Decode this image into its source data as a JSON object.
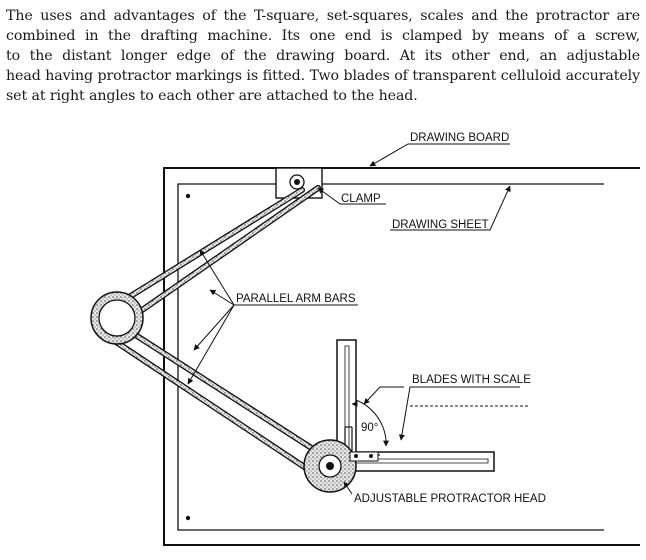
{
  "paragraph": {
    "lines": [
      "The uses and advantages of the T-square, set-squares, scales and the protractor are",
      "combined in the drafting machine. Its one end is clamped by means of a screw,",
      "to the distant longer edge of the drawing board. At its other end, an adjustable",
      "head having protractor markings is fitted. Two blades of transparent celluloid accurately",
      "set at right angles to each other are attached to the head."
    ]
  },
  "figure": {
    "labels": {
      "drawing_board": "DRAWING BOARD",
      "clamp": "CLAMP",
      "drawing_sheet": "DRAWING SHEET",
      "parallel_arm_bars": "PARALLEL ARM BARS",
      "blades_with_scale": "BLADES WITH SCALE",
      "angle": "90°",
      "adjustable_protractor_head": "ADJUSTABLE PROTRACTOR HEAD"
    }
  }
}
